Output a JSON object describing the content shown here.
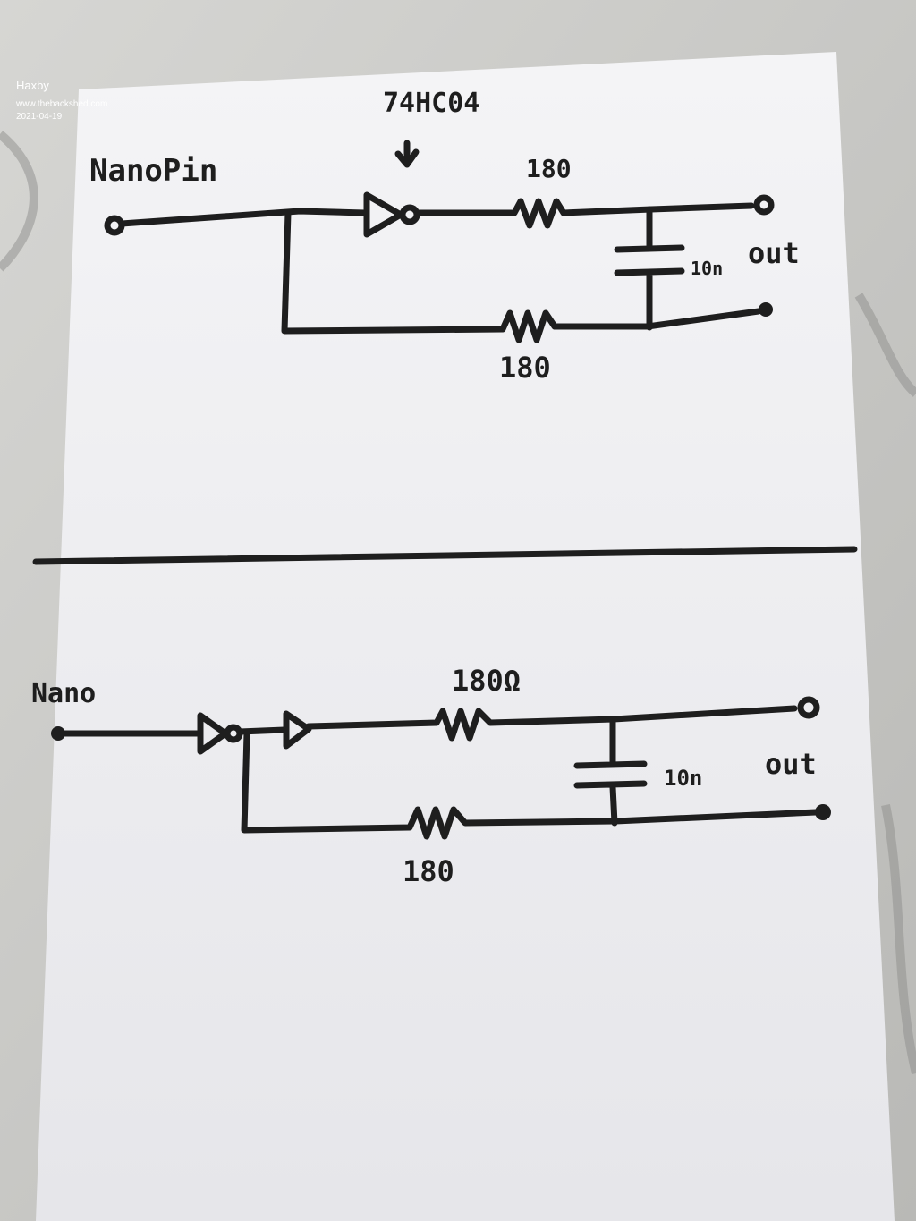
{
  "watermark": {
    "user": "Haxby",
    "site": "www.thebackshed.com",
    "date": "2021-04-19"
  },
  "circuit_top": {
    "chip_label": "74HC04",
    "input_label": "NanoPin",
    "resistor_top_label": "180",
    "resistor_bottom_label": "180",
    "capacitor_label": "10n",
    "output_label": "out"
  },
  "circuit_bottom": {
    "input_label": "Nano",
    "resistor_top_label": "180Ω",
    "resistor_bottom_label": "180",
    "capacitor_label": "10n",
    "output_label": "out"
  }
}
